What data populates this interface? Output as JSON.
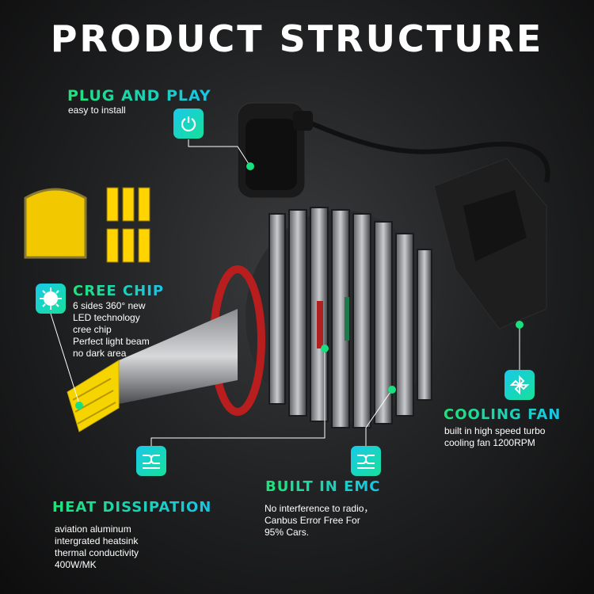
{
  "title": "PRODUCT STRUCTURE",
  "features": {
    "plug": {
      "title": "PLUG AND PLAY",
      "lines": [
        "easy to install"
      ],
      "icon": "power-icon"
    },
    "cree": {
      "title": "CREE CHIP",
      "lines": [
        "6 sides  360° new",
        "LED technology",
        "cree chip",
        "Perfect light beam",
        "no dark area"
      ],
      "icon": "sun-icon"
    },
    "fan": {
      "title": "COOLING FAN",
      "lines": [
        "built in high speed turbo",
        "cooling fan 1200RPM"
      ],
      "icon": "fan-icon"
    },
    "emc": {
      "title": "BUILT IN EMC",
      "lines": [
        "No interference to radio，",
        "Canbus Error Free For",
        "95% Cars."
      ],
      "icon": "emc-icon"
    },
    "heat": {
      "title": "HEAT DISSIPATION",
      "lines": [
        "aviation aluminum",
        "intergrated heatsink",
        "thermal conductivity",
        "400W/MK"
      ],
      "icon": "emc-icon"
    }
  },
  "colors": {
    "accent_green": "#1fe37a",
    "accent_cyan": "#17c4e8",
    "chip_yellow": "#f5d400"
  }
}
